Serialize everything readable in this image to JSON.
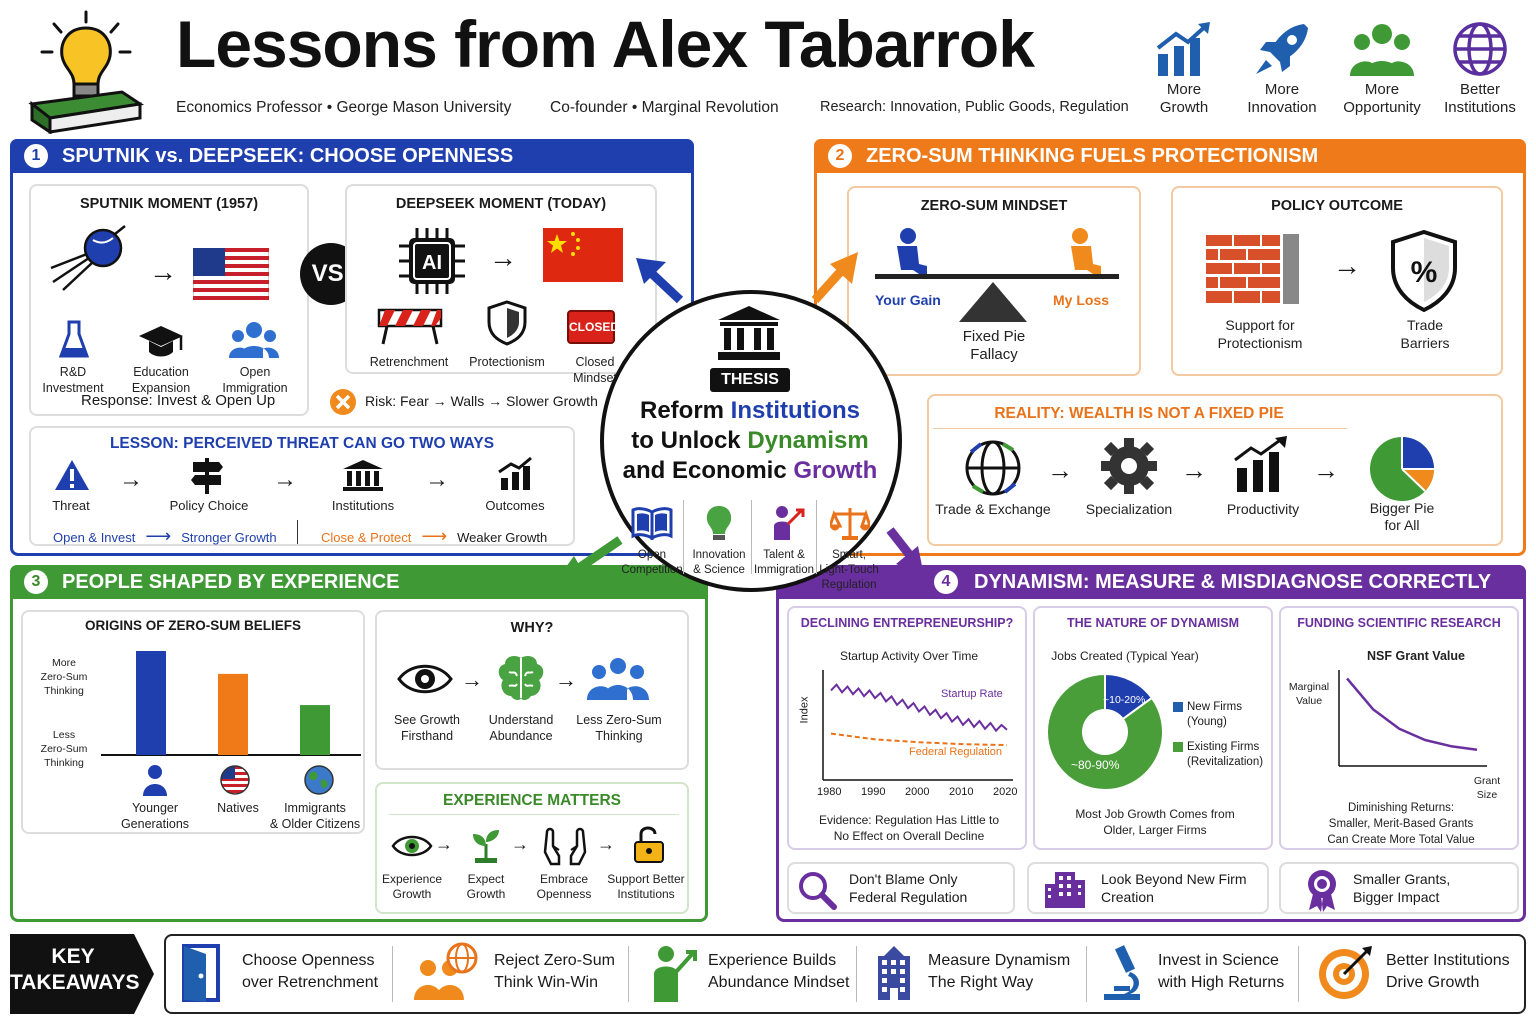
{
  "header": {
    "title": "Lessons from Alex Tabarrok",
    "sub1": "Economics Professor  •  George Mason University",
    "sub2": "Co-founder  •  Marginal Revolution",
    "sub3": "Research: Innovation, Public Goods, Regulation",
    "icons": [
      {
        "icon": "growth-chart-icon",
        "l1": "More",
        "l2": "Growth"
      },
      {
        "icon": "rocket-icon",
        "l1": "More",
        "l2": "Innovation"
      },
      {
        "icon": "people-icon",
        "l1": "More",
        "l2": "Opportunity"
      },
      {
        "icon": "globe-icon",
        "l1": "Better",
        "l2": "Institutions"
      }
    ]
  },
  "s1": {
    "num": "1",
    "title": "SPUTNIK vs. DEEPSEEK: CHOOSE OPENNESS",
    "sputnik": {
      "title": "SPUTNIK MOMENT (1957)",
      "items": [
        [
          "R&D",
          "Investment"
        ],
        [
          "Education",
          "Expansion"
        ],
        [
          "Open",
          "Immigration"
        ]
      ],
      "response": "Response: Invest & Open Up"
    },
    "vs": "VS.",
    "deepseek": {
      "title": "DEEPSEEK MOMENT (TODAY)",
      "chip": "AI",
      "closed": "CLOSED",
      "items": [
        [
          "Retrenchment",
          ""
        ],
        [
          "Protectionism",
          ""
        ],
        [
          "Closed",
          "Mindset"
        ]
      ],
      "risk": "Risk: Fear → Walls → Slower Growth"
    },
    "lesson": {
      "title": "LESSON: PERCEIVED THREAT CAN GO TWO WAYS",
      "steps": [
        "Threat",
        "Policy Choice",
        "Institutions",
        "Outcomes"
      ],
      "good_a": "Open & Invest",
      "good_b": "Stronger Growth",
      "bad_a": "Close & Protect",
      "bad_b": "Weaker Growth"
    }
  },
  "s2": {
    "num": "2",
    "title": "ZERO-SUM THINKING FUELS PROTECTIONISM",
    "mindset": {
      "title": "ZERO-SUM MINDSET",
      "gain": "Your Gain",
      "loss": "My Loss",
      "l1": "Fixed Pie",
      "l2": "Fallacy"
    },
    "policy": {
      "title": "POLICY OUTCOME",
      "a1": "Support for",
      "a2": "Protectionism",
      "b1": "Trade",
      "b2": "Barriers",
      "pct": "%"
    },
    "reality": {
      "title": "REALITY: WEALTH IS NOT A FIXED PIE",
      "steps": [
        "Trade & Exchange",
        "Specialization",
        "Productivity"
      ],
      "pie1": "Bigger Pie",
      "pie2": "for All"
    }
  },
  "thesis": {
    "tag": "THESIS",
    "l1a": "Reform ",
    "l1b": "Institutions",
    "l2a": "to Unlock ",
    "l2b": "Dynamism",
    "l3a": "and Economic ",
    "l3b": "Growth",
    "items": [
      [
        "Open",
        "Competition"
      ],
      [
        "Innovation",
        "& Science"
      ],
      [
        "Talent &",
        "Immigration"
      ],
      [
        "Smart,",
        "Light-Touch",
        "Regulation"
      ]
    ]
  },
  "s3": {
    "num": "3",
    "title": "PEOPLE SHAPED BY EXPERIENCE",
    "origins": {
      "title": "ORIGINS OF ZERO-SUM BELIEFS",
      "ytop": [
        "More",
        "Zero-Sum",
        "Thinking"
      ],
      "ybot": [
        "Less",
        "Zero-Sum",
        "Thinking"
      ],
      "groups": [
        [
          "Younger",
          "Generations"
        ],
        [
          "Natives",
          ""
        ],
        [
          "Immigrants",
          "& Older Citizens"
        ]
      ]
    },
    "why": {
      "title": "WHY?",
      "items": [
        [
          "See Growth",
          "Firsthand"
        ],
        [
          "Understand",
          "Abundance"
        ],
        [
          "Less Zero-Sum",
          "Thinking"
        ]
      ]
    },
    "exp": {
      "title": "EXPERIENCE MATTERS",
      "items": [
        [
          "Experience",
          "Growth"
        ],
        [
          "Expect",
          "Growth"
        ],
        [
          "Embrace",
          "Openness"
        ],
        [
          "Support Better",
          "Institutions"
        ]
      ]
    }
  },
  "s4": {
    "num": "4",
    "title": "DYNAMISM: MEASURE & MISDIAGNOSE CORRECTLY",
    "c1": {
      "title": "DECLINING ENTREPRENEURSHIP?",
      "sub": "Startup Activity Over Time",
      "ylabel": "Index",
      "s1": "Startup Rate",
      "s2": "Federal Regulation",
      "e1": "Evidence: Regulation Has Little to",
      "e2": "No Effect on Overall Decline",
      "foot1": "Don't Blame Only",
      "foot2": "Federal Regulation"
    },
    "c2": {
      "title": "THE NATURE OF DYNAMISM",
      "sub": "Jobs Created (Typical Year)",
      "p1": "~10-20%",
      "p2": "~80-90%",
      "lg1a": "New Firms",
      "lg1b": "(Young)",
      "lg2a": "Existing Firms",
      "lg2b": "(Revitalization)",
      "e1": "Most Job Growth Comes from",
      "e2": "Older, Larger Firms",
      "foot1": "Look Beyond New Firm",
      "foot2": "Creation"
    },
    "c3": {
      "title": "FUNDING SCIENTIFIC RESEARCH",
      "sub": "NSF Grant Value",
      "y1": "Marginal",
      "y2": "Value",
      "x1": "Grant",
      "x2": "Size",
      "e1": "Diminishing Returns:",
      "e2": "Smaller, Merit-Based Grants",
      "e3": "Can Create More Total Value",
      "foot1": "Smaller Grants,",
      "foot2": "Bigger Impact"
    }
  },
  "chart_data": [
    {
      "type": "bar",
      "title": "ORIGINS OF ZERO-SUM BELIEFS",
      "categories": [
        "Younger Generations",
        "Natives",
        "Immigrants & Older Citizens"
      ],
      "values": [
        100,
        78,
        48
      ],
      "colors": [
        "#1f3fae",
        "#f07a18",
        "#3f9a36"
      ]
    },
    {
      "type": "line",
      "title": "Startup Activity Over Time",
      "xlabel": "",
      "ylabel": "Index",
      "x": [
        1980,
        1990,
        2000,
        2010,
        2020
      ],
      "series": [
        {
          "name": "Startup Rate",
          "color": "#6a2f9e",
          "values": [
            88,
            80,
            66,
            52,
            44
          ]
        },
        {
          "name": "Federal Regulation",
          "color": "#e8731a",
          "values": [
            40,
            34,
            31,
            29,
            28
          ]
        }
      ],
      "ylim": [
        0,
        100
      ]
    },
    {
      "type": "pie",
      "title": "Jobs Created (Typical Year)",
      "slices": [
        {
          "name": "New Firms (Young)",
          "value": 15,
          "color": "#1f3fae"
        },
        {
          "name": "Existing Firms (Revitalization)",
          "value": 85,
          "color": "#4a9e3a"
        }
      ]
    },
    {
      "type": "line",
      "title": "NSF Grant Value",
      "xlabel": "Grant Size",
      "ylabel": "Marginal Value",
      "series": [
        {
          "name": "",
          "color": "#6a2f9e",
          "values": [
            95,
            60,
            38,
            25,
            18,
            14
          ]
        }
      ]
    }
  ],
  "takeaways": {
    "label1": "KEY",
    "label2": "TAKEAWAYS",
    "items": [
      {
        "a": "Choose Openness",
        "b": "over Retrenchment"
      },
      {
        "a": "Reject Zero-Sum",
        "b": "Think Win-Win"
      },
      {
        "a": "Experience Builds",
        "b": "Abundance Mindset"
      },
      {
        "a": "Measure Dynamism",
        "b": "The Right Way"
      },
      {
        "a": "Invest in Science",
        "b": "with High Returns"
      },
      {
        "a": "Better Institutions",
        "b": "Drive Growth"
      }
    ]
  }
}
